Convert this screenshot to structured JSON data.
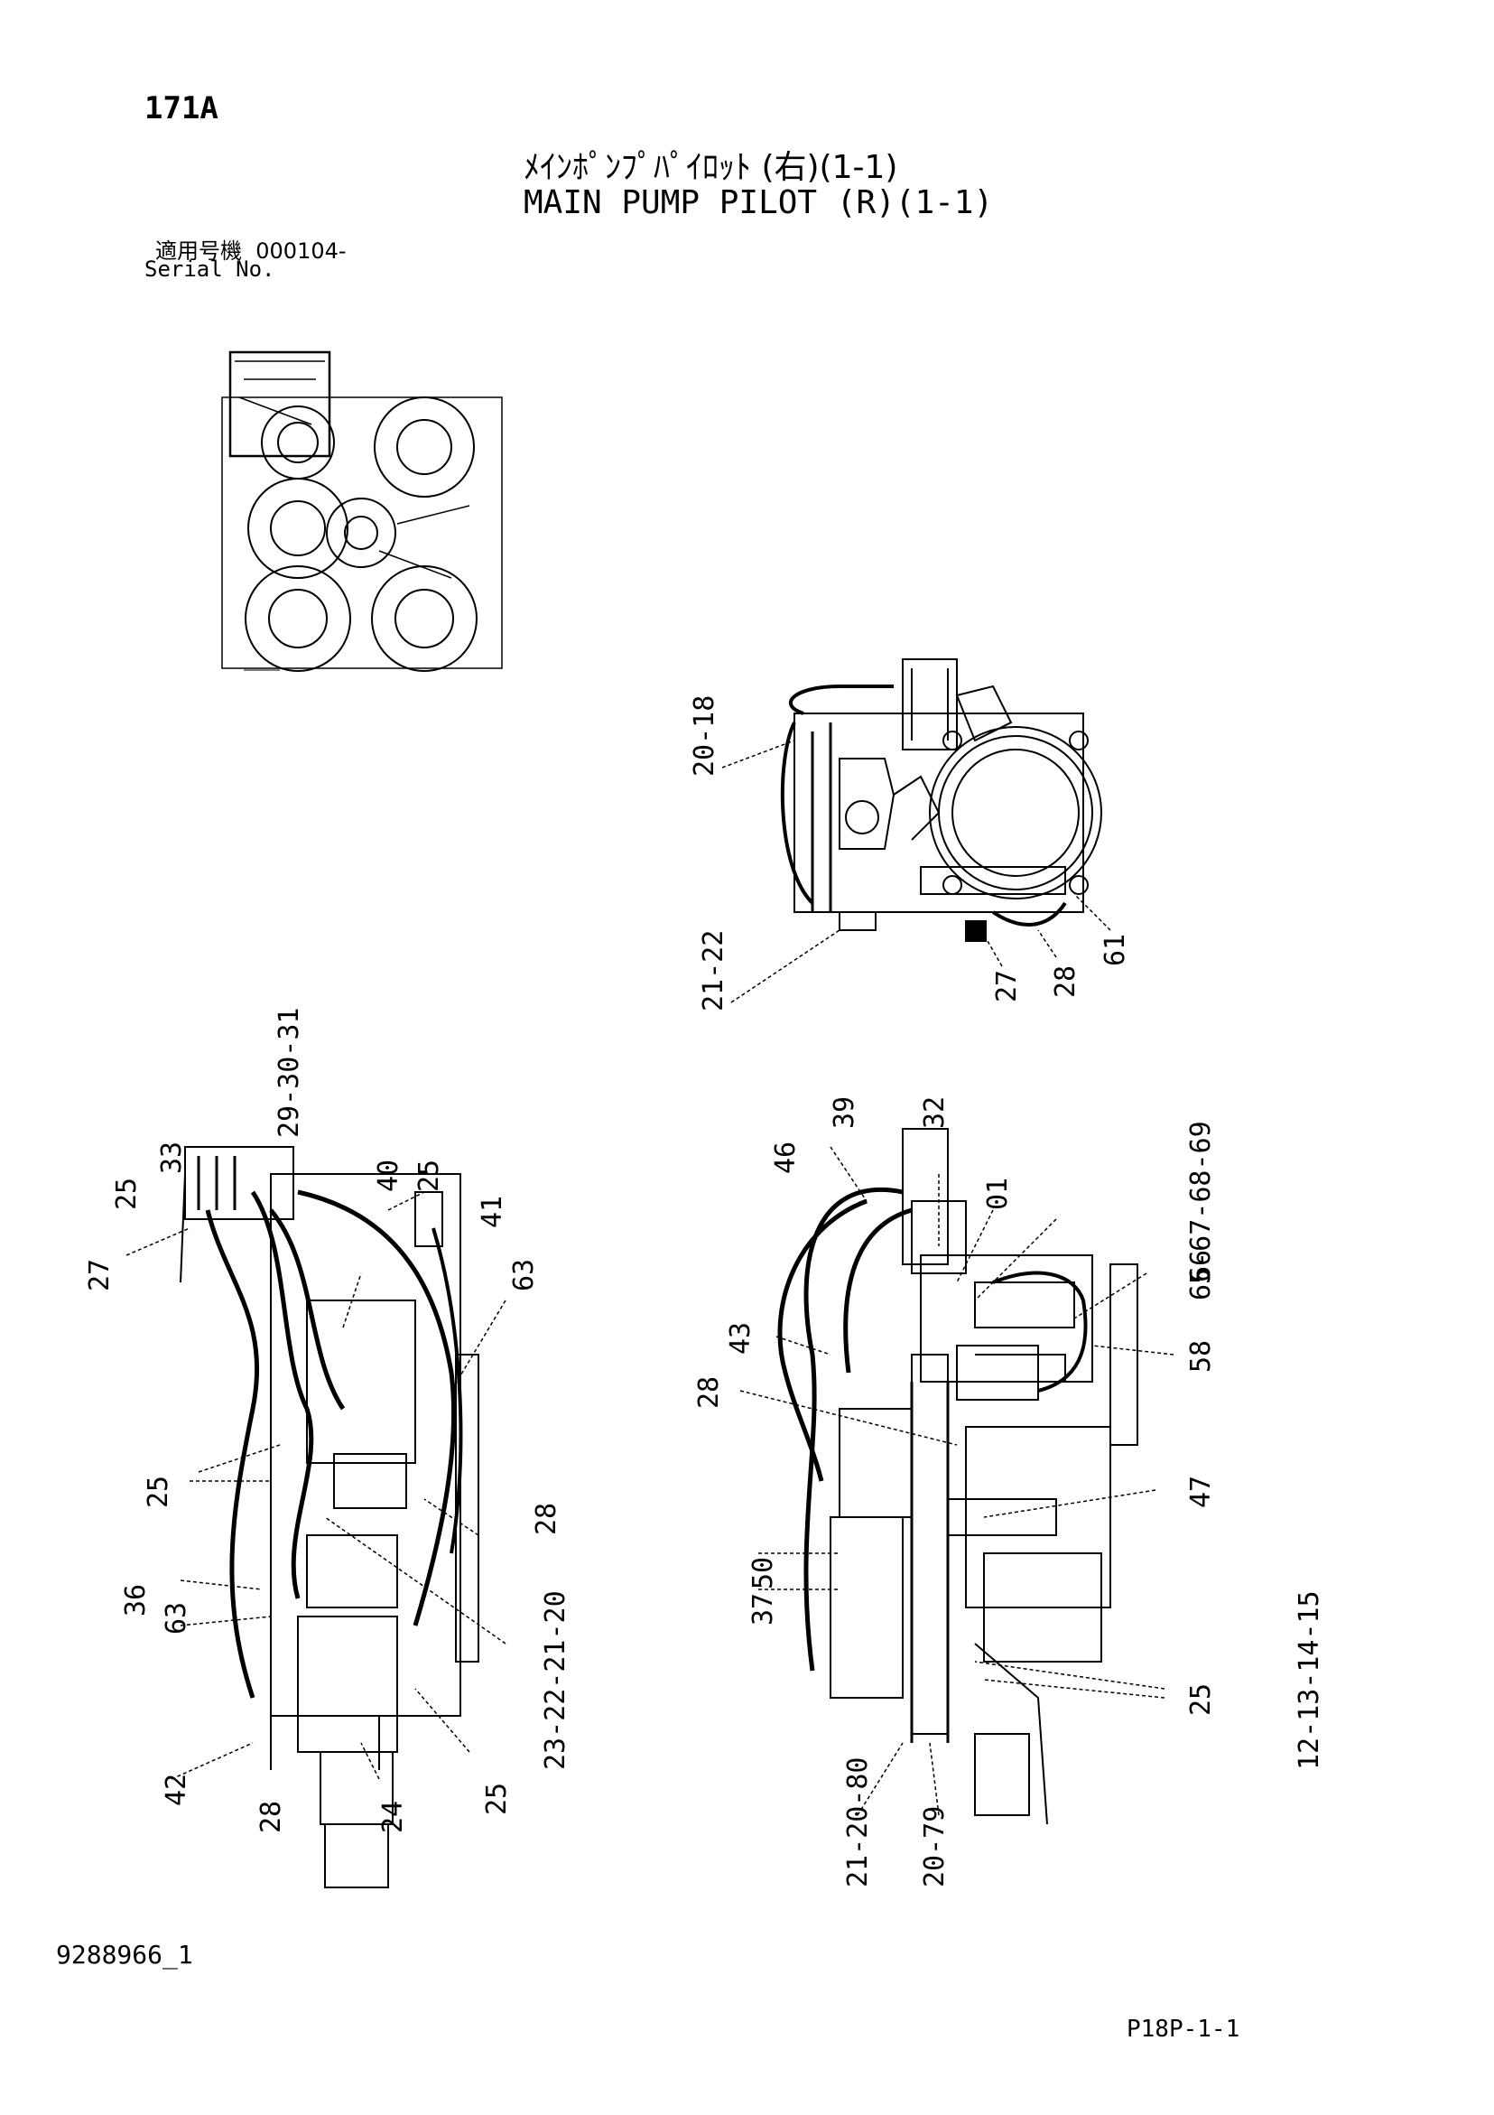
{
  "header": {
    "page_number": "171A",
    "title_jp": "ﾒｲﾝﾎﾟﾝﾌﾟﾊﾟｲﾛｯﾄ (右)(1-1)",
    "title_en": "MAIN PUMP PILOT (R)(1-1)",
    "serial_label_jp": "適用号機",
    "serial_value": "000104-",
    "serial_label_en": "Serial No."
  },
  "footer": {
    "doc_number": "9288966_1",
    "sheet_code": "P18P-1-1"
  },
  "callouts": {
    "top_view": [
      "20-18",
      "21-22",
      "27",
      "28",
      "61"
    ],
    "left_view": [
      "29-30-31",
      "33",
      "25",
      "27",
      "40",
      "25",
      "41",
      "63",
      "25",
      "28",
      "36",
      "63",
      "23-22-21-20",
      "42",
      "28",
      "24",
      "25"
    ],
    "right_view": [
      "39",
      "32",
      "46",
      "01",
      "65-67-68-69",
      "66",
      "58",
      "43",
      "28",
      "47",
      "50",
      "37",
      "25",
      "12-13-14-15",
      "21-20-80",
      "20-79"
    ]
  }
}
